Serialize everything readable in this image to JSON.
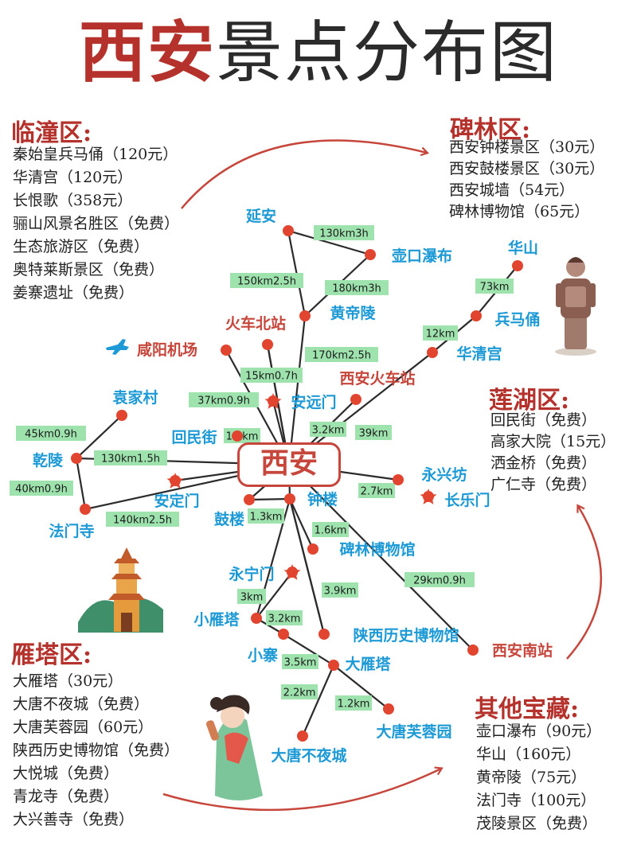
{
  "title": {
    "part1": "西安",
    "part2": "景点分布图"
  },
  "center_label": "西安",
  "colors": {
    "title_red": "#b5322c",
    "node_red": "#e2452f",
    "line": "#2b2b2b",
    "label_blue": "#1d9ad6",
    "label_red": "#c6463c",
    "distance_badge": "#9ee3ad"
  },
  "districts": {
    "lintong": {
      "title": "临潼区:",
      "items": [
        "秦始皇兵马俑（120元）",
        "华清宫（120元）",
        "长恨歌（358元）",
        "骊山风景名胜区（免费）",
        "生态旅游区（免费）",
        "奥特莱斯景区（免费）",
        "姜寨遗址（免费）"
      ]
    },
    "beilin": {
      "title": "碑林区:",
      "items": [
        "西安钟楼景区（30元）",
        "西安鼓楼景区（30元）",
        "西安城墙（54元）",
        "碑林博物馆（65元）"
      ]
    },
    "lianhu": {
      "title": "莲湖区:",
      "items": [
        "回民街（免费）",
        "高家大院（15元）",
        "洒金桥（免费）",
        "广仁寺（免费）"
      ]
    },
    "yanta": {
      "title": "雁塔区:",
      "items": [
        "大雁塔（30元）",
        "大唐不夜城（免费）",
        "大唐芙蓉园（60元）",
        "陕西历史博物馆（免费）",
        "大悦城（免费）",
        "青龙寺（免费）",
        "大兴善寺（免费）"
      ]
    },
    "other": {
      "title": "其他宝藏:",
      "items": [
        "壶口瀑布（90元）",
        "华山（160元）",
        "黄帝陵（75元）",
        "法门寺（100元）",
        "茂陵景区（免费）"
      ]
    }
  },
  "nodes": [
    {
      "id": "yanan",
      "name": "延安",
      "color": "blue"
    },
    {
      "id": "hukou",
      "name": "壶口瀑布",
      "color": "blue"
    },
    {
      "id": "huangdi",
      "name": "黄帝陵",
      "color": "blue"
    },
    {
      "id": "huashan",
      "name": "华山",
      "color": "blue"
    },
    {
      "id": "bingmayong",
      "name": "兵马俑",
      "color": "blue"
    },
    {
      "id": "huaqing",
      "name": "华清宫",
      "color": "blue"
    },
    {
      "id": "beizhan",
      "name": "火车北站",
      "color": "red"
    },
    {
      "id": "xianyang",
      "name": "咸阳机场",
      "color": "red"
    },
    {
      "id": "xianzhan",
      "name": "西安火车站",
      "color": "red"
    },
    {
      "id": "yuanjia",
      "name": "袁家村",
      "color": "blue"
    },
    {
      "id": "anyuan",
      "name": "安远门",
      "color": "blue"
    },
    {
      "id": "huimin",
      "name": "回民街",
      "color": "blue"
    },
    {
      "id": "qianling",
      "name": "乾陵",
      "color": "blue"
    },
    {
      "id": "famen",
      "name": "法门寺",
      "color": "blue"
    },
    {
      "id": "anding",
      "name": "安定门",
      "color": "blue"
    },
    {
      "id": "gulou",
      "name": "鼓楼",
      "color": "blue"
    },
    {
      "id": "zhonglou",
      "name": "钟楼",
      "color": "blue"
    },
    {
      "id": "yongxing",
      "name": "永兴坊",
      "color": "blue"
    },
    {
      "id": "changle",
      "name": "长乐门",
      "color": "blue"
    },
    {
      "id": "beilinbwg",
      "name": "碑林博物馆",
      "color": "blue"
    },
    {
      "id": "yongning",
      "name": "永宁门",
      "color": "blue"
    },
    {
      "id": "xiaoyan",
      "name": "小雁塔",
      "color": "blue"
    },
    {
      "id": "xiaozhai",
      "name": "小寨",
      "color": "blue"
    },
    {
      "id": "shaanxi",
      "name": "陕西历史博物馆",
      "color": "blue"
    },
    {
      "id": "nanzhan",
      "name": "西安南站",
      "color": "red"
    },
    {
      "id": "dayan",
      "name": "大雁塔",
      "color": "blue"
    },
    {
      "id": "furong",
      "name": "大唐芙蓉园",
      "color": "blue"
    },
    {
      "id": "buyecheng",
      "name": "大唐不夜城",
      "color": "blue"
    }
  ],
  "edges": [
    {
      "from": "yanan",
      "to": "hukou",
      "distance": "130km3h"
    },
    {
      "from": "yanan",
      "to": "huangdi",
      "distance": "150km2.5h"
    },
    {
      "from": "hukou",
      "to": "huangdi",
      "distance": "180km3h"
    },
    {
      "from": "huangdi",
      "to": "center",
      "distance": "170km2.5h"
    },
    {
      "from": "huashan",
      "to": "bingmayong",
      "distance": "73km"
    },
    {
      "from": "bingmayong",
      "to": "huaqing",
      "distance": "12km"
    },
    {
      "from": "huaqing",
      "to": "center",
      "distance": "39km"
    },
    {
      "from": "beizhan",
      "to": "center",
      "distance": "15km0.7h"
    },
    {
      "from": "xianyang",
      "to": "center",
      "distance": "37km0.9h"
    },
    {
      "from": "xianzhan",
      "to": "center",
      "distance": "3.2km"
    },
    {
      "from": "huimin",
      "to": "center",
      "distance": "1.5km"
    },
    {
      "from": "yuanjia",
      "to": "qianling",
      "distance": "45km0.9h"
    },
    {
      "from": "qianling",
      "to": "center",
      "distance": "130km1.5h"
    },
    {
      "from": "qianling",
      "to": "famen",
      "distance": "40km0.9h"
    },
    {
      "from": "famen",
      "to": "center",
      "distance": "140km2.5h"
    },
    {
      "from": "gulou",
      "to": "zhonglou",
      "distance": "1.3km"
    },
    {
      "from": "center",
      "to": "yongxing",
      "distance": "2.7km"
    },
    {
      "from": "zhonglou",
      "to": "beilinbwg",
      "distance": "1.6km"
    },
    {
      "from": "center",
      "to": "nanzhan",
      "distance": "29km0.9h"
    },
    {
      "from": "zhonglou",
      "to": "shaanxi",
      "distance": "3.9km"
    },
    {
      "from": "zhonglou",
      "to": "xiaoyan",
      "distance": "3km"
    },
    {
      "from": "xiaoyan",
      "to": "xiaozhai",
      "distance": "3.2km"
    },
    {
      "from": "xiaozhai",
      "to": "dayan",
      "distance": "3.5km"
    },
    {
      "from": "dayan",
      "to": "furong",
      "distance": "1.2km"
    },
    {
      "from": "dayan",
      "to": "buyecheng",
      "distance": "2.2km"
    }
  ]
}
